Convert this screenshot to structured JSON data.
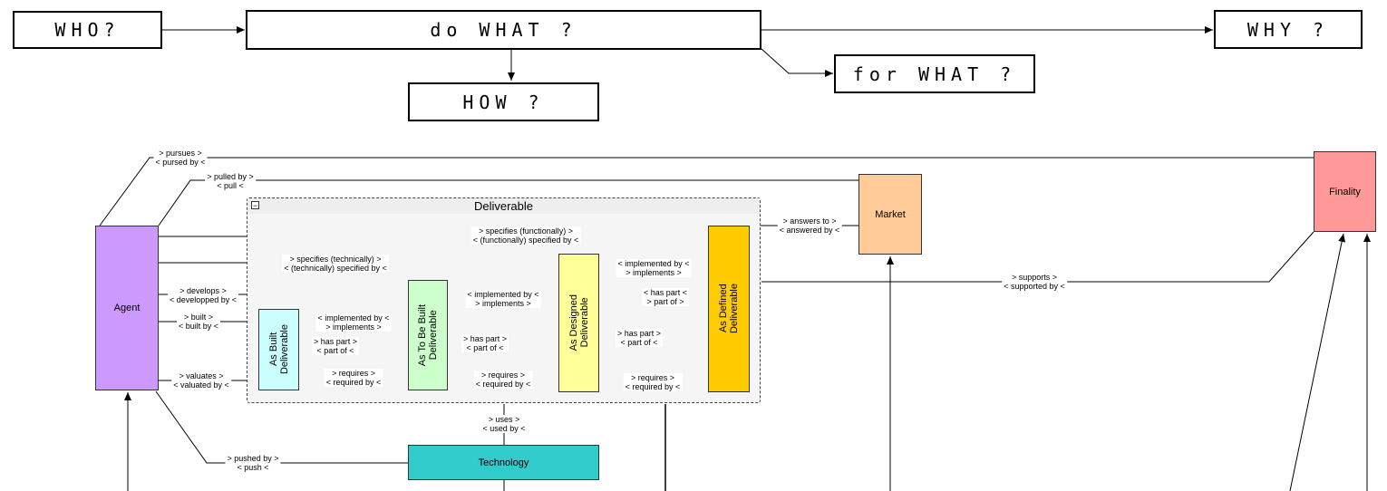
{
  "questions": {
    "who": "WHO?",
    "do_what": "do WHAT ?",
    "why": "WHY ?",
    "for_what": "for WHAT ?",
    "how": "HOW ?"
  },
  "group": {
    "title": "Deliverable",
    "collapse_glyph": "−"
  },
  "nodes": {
    "agent": "Agent",
    "finality": "Finality",
    "market": "Market",
    "technology": "Technology",
    "as_built": "As Built\nDeliverable",
    "as_to_be_built": "As To Be Built\nDeliverable",
    "as_designed": "As Designed\nDeliverable",
    "as_defined": "As Defined\nDeliverable"
  },
  "colors": {
    "agent": "#cc99ff",
    "finality": "#ff9999",
    "market": "#ffcc99",
    "technology": "#33cccc",
    "as_built": "#ccffff",
    "as_to_be_built": "#ccffcc",
    "as_designed": "#ffff99",
    "as_defined": "#ffcc00"
  },
  "labels": {
    "pursues": "> pursues >\n< pursed by <",
    "pulled_by": "> pulled by >\n< pull <",
    "answers_to": "> answers to >\n< answered by <",
    "specifies_functionally": "> specifies (functionally) >\n< (functionally) specified by <",
    "specifies_technically": "> specifies (technically) >\n< (technically) specified by <",
    "develops": "> develops >\n< developped by <",
    "built": "> built >\n< built by <",
    "valuates": "> valuates >\n< valuated by <",
    "pushed_by": "> pushed by >\n< push <",
    "uses": "> uses >\n< used by <",
    "supports": "> supports >\n< supported by <",
    "impl_defined_designed": "< implemented by <\n> implements >",
    "impl_designed_tobebuilt": "< implemented by <\n> implements >",
    "impl_tobebuilt_built": "< implemented by <\n> implements >",
    "haspart_defined": "< has part <\n> part of >",
    "haspart_designed": "> has part >\n< part of <",
    "haspart_tobebuilt": "> has part >\n< part of <",
    "haspart_built": "> has part >\n< part of <",
    "requires_built": "> requires >\n< required by <",
    "requires_tobebuilt": "> requires >\n< required by <",
    "requires_designed": "> requires >\n< required by <"
  }
}
